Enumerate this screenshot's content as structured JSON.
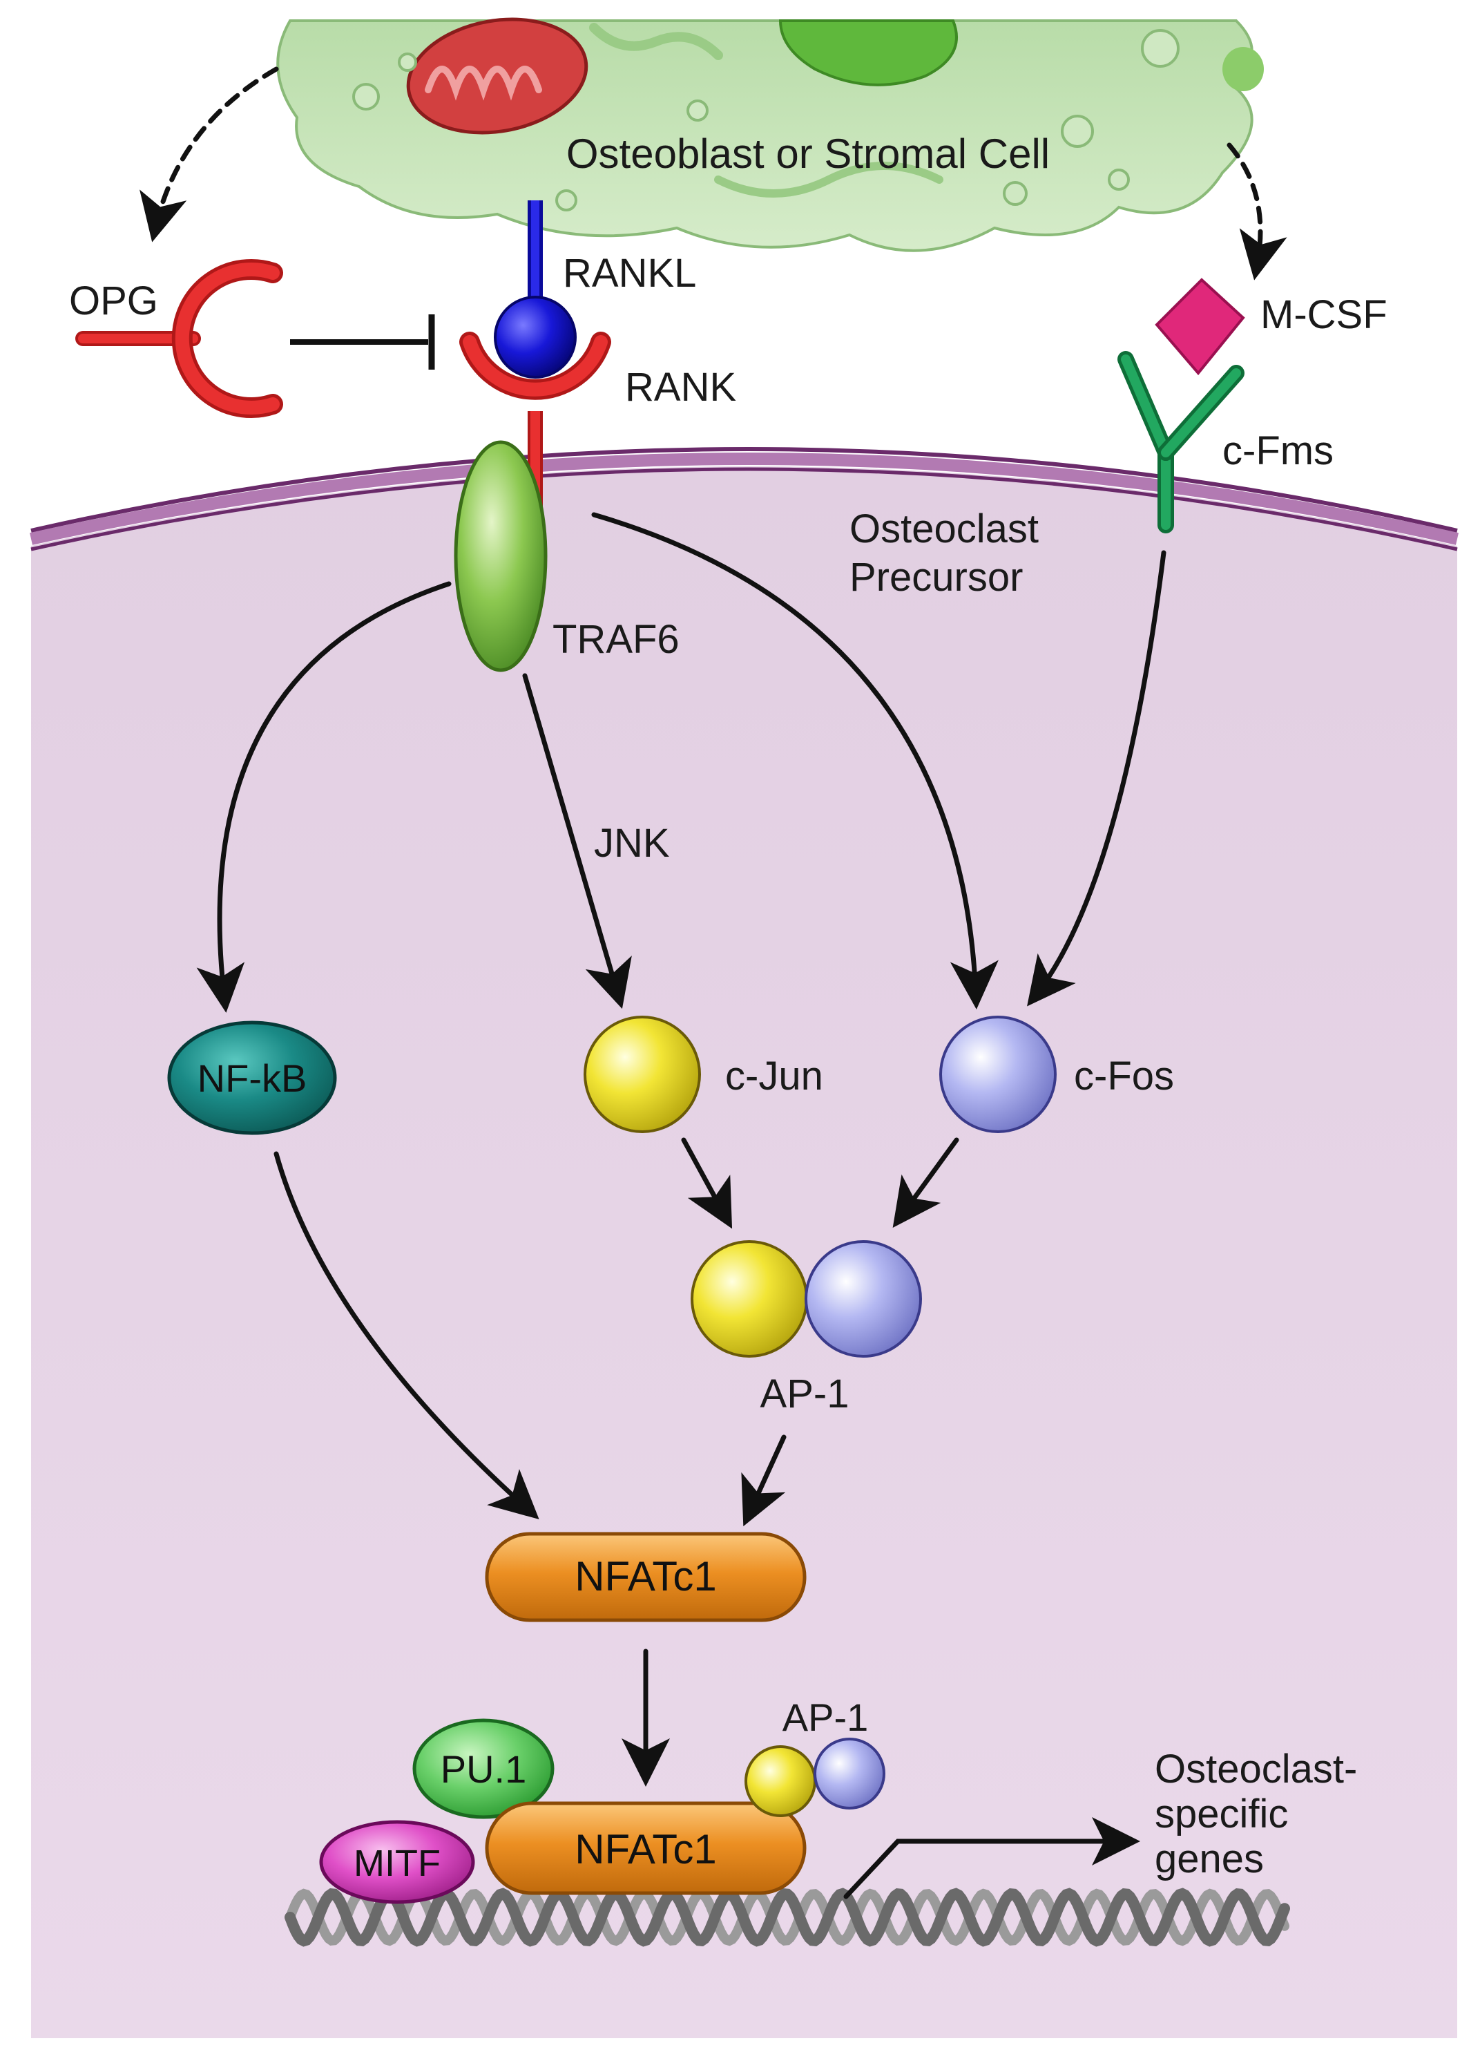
{
  "cell": {
    "name": "Osteoblast or Stromal Cell"
  },
  "precursor": {
    "name_line1": "Osteoclast",
    "name_line2": "Precursor"
  },
  "ligands": {
    "opg": "OPG",
    "rankl": "RANKL",
    "rank": "RANK",
    "mcsf": "M-CSF",
    "cfms": "c-Fms"
  },
  "signaling": {
    "traf6": "TRAF6",
    "jnk": "JNK",
    "nfkb": "NF-kB",
    "cjun": "c-Jun",
    "cfos": "c-Fos",
    "ap1": "AP-1",
    "nfatc1": "NFATc1"
  },
  "nucleus": {
    "pu1": "PU.1",
    "mitf": "MITF",
    "nfatc1": "NFATc1",
    "ap1": "AP-1",
    "genes_line1": "Osteoclast-",
    "genes_line2": "specific",
    "genes_line3": "genes"
  },
  "colors": {
    "cytoplasm": "#e8d8e8",
    "membrane": "#8a4a8a",
    "osteoblast": "#c6e3b8",
    "rank_red": "#e02828",
    "rankl_blue": "#1a1ad8",
    "traf6_green": "#8cc850",
    "nfkb_teal": "#1a8a86",
    "cjun_yellow": "#f0e030",
    "cfos_lavender": "#aab0ee",
    "nfatc1_orange": "#e88a1a",
    "pu1_green": "#6ad06a",
    "mitf_magenta": "#e050c8",
    "mcsf_pink": "#e02878",
    "cfms_green": "#20a060"
  }
}
